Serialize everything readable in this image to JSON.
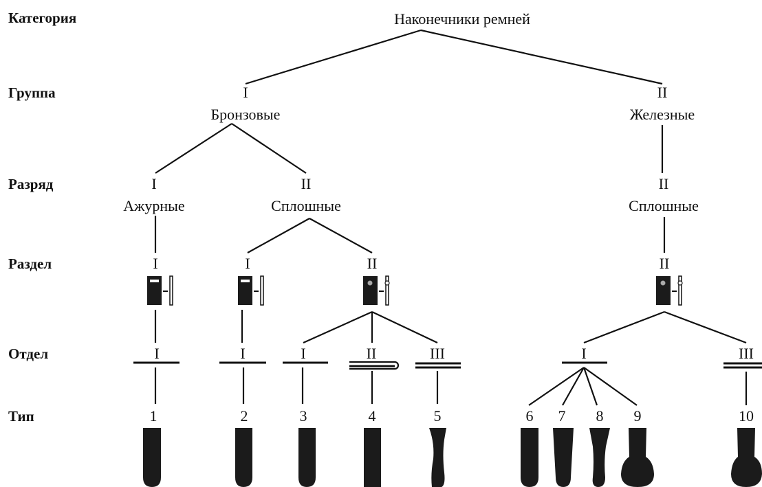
{
  "levels": {
    "category": "Категория",
    "group": "Группа",
    "rank": "Разряд",
    "section": "Раздел",
    "division": "Отдел",
    "type": "Тип"
  },
  "root": {
    "label": "Наконечники ремней"
  },
  "groups": [
    {
      "numeral": "I",
      "label": "Бронзовые"
    },
    {
      "numeral": "II",
      "label": "Железные"
    }
  ],
  "ranks": [
    {
      "numeral": "I",
      "label": "Ажурные"
    },
    {
      "numeral": "II",
      "label": "Сплошные"
    },
    {
      "numeral": "II",
      "label": "Сплошные"
    }
  ],
  "sections": [
    "I",
    "I",
    "II",
    "II"
  ],
  "divisions": [
    "I",
    "I",
    "I",
    "II",
    "III",
    "I",
    "III"
  ],
  "types": [
    "1",
    "2",
    "3",
    "4",
    "5",
    "6",
    "7",
    "8",
    "9",
    "10"
  ]
}
